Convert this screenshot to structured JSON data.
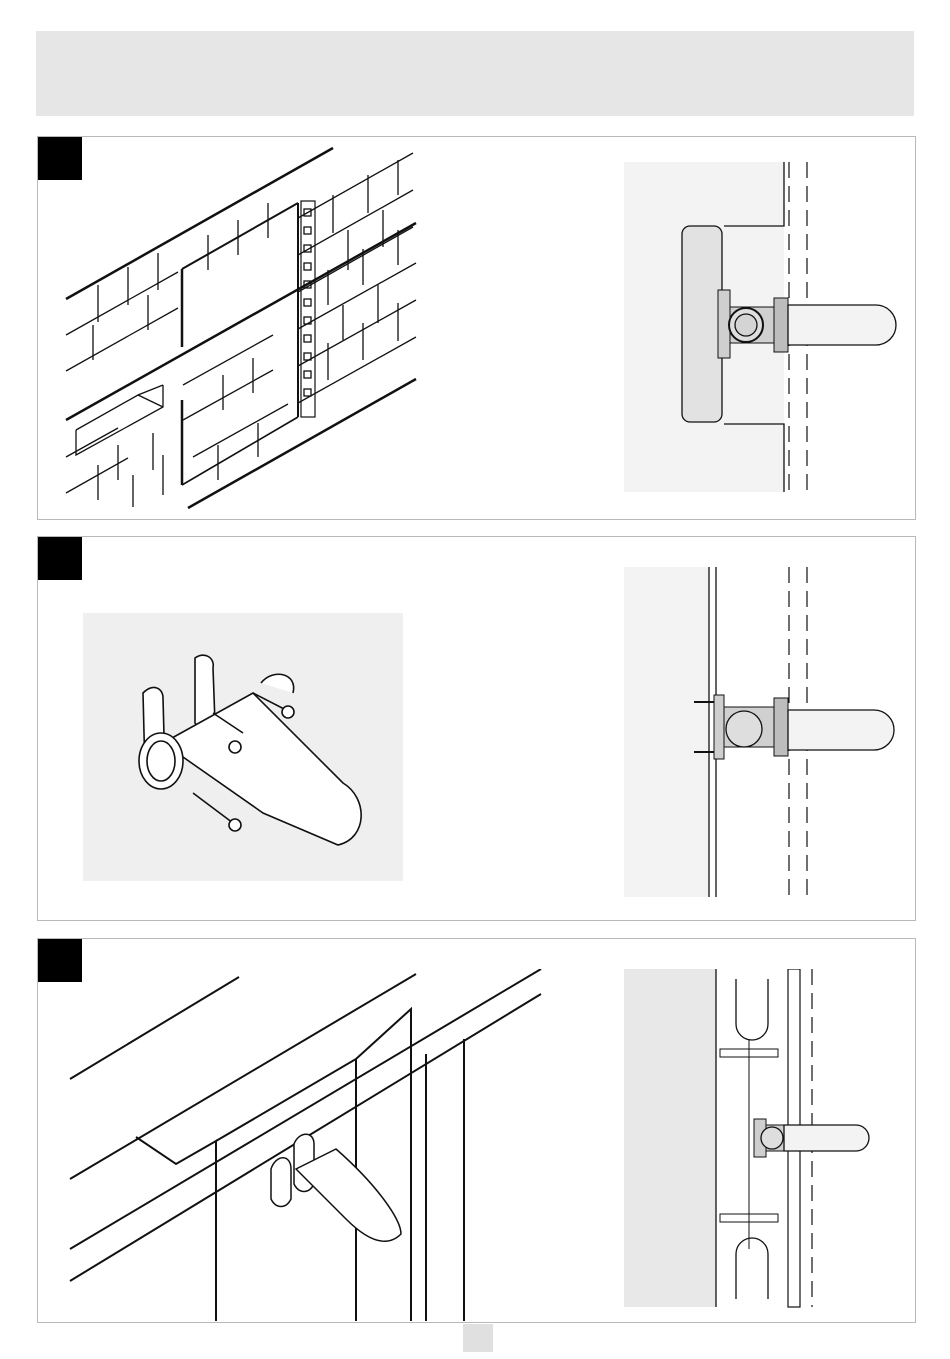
{
  "header": {
    "title": ""
  },
  "steps": [
    {
      "number": "",
      "main_figure": "brick-wall-recess-illustration",
      "side_figure": "valve-in-recess-section"
    },
    {
      "number": "",
      "main_figure": "valve-screw-mounting-illustration",
      "side_figure": "valve-screwed-to-wall-section"
    },
    {
      "number": "",
      "main_figure": "valve-in-stud-frame-illustration",
      "side_figure": "valve-in-stud-frame-section"
    }
  ],
  "footer": {
    "page_number": ""
  },
  "colors": {
    "panel_border": "#b9b9b9",
    "fill_light": "#f3f3f3",
    "fill_gray": "#d8d8d8",
    "ink": "#111111"
  }
}
